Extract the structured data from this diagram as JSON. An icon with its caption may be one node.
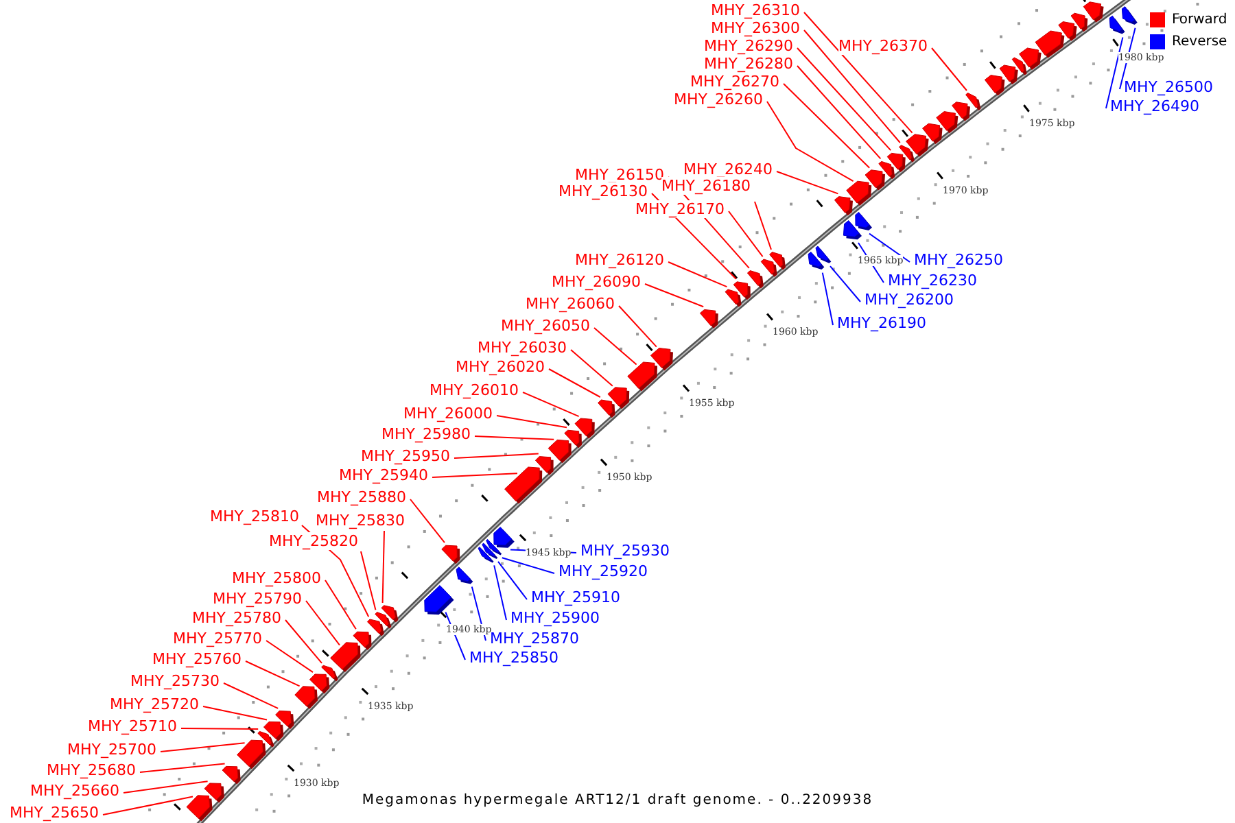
{
  "diagram": {
    "caption": "Megamonas hypermegale ART12/1 draft genome. - 0..2209938",
    "nodes": [
      {
        "text": [
          "MHY_26310"
        ]
      },
      {
        "text": [
          "MHY_26300"
        ]
      },
      {
        "text": [
          "MHY_26290"
        ]
      },
      {
        "text": [
          "MHY_26370"
        ]
      },
      {
        "text": [
          "MHY_26280"
        ]
      },
      {
        "text": [
          "MHY_26500"
        ]
      },
      {
        "text": [
          "MHY_26270"
        ]
      },
      {
        "text": [
          "MHY_26260"
        ]
      },
      {
        "text": [
          "MHY_26490"
        ]
      },
      {
        "text": [
          "MHY_26240"
        ]
      },
      {
        "text": [
          "MHY_26150"
        ]
      },
      {
        "text": [
          "MHY_26180"
        ]
      },
      {
        "text": [
          "MHY_26130"
        ]
      },
      {
        "text": [
          "MHY_26170"
        ]
      },
      {
        "text": [
          "MHY_26250"
        ]
      },
      {
        "text": [
          "MHY_26120"
        ]
      },
      {
        "text": [
          "MHY_26230"
        ]
      },
      {
        "text": [
          "MHY_26090"
        ]
      },
      {
        "text": [
          "MHY_26200"
        ]
      },
      {
        "text": [
          "MHY_26060"
        ]
      },
      {
        "text": [
          "MHY_26190"
        ]
      },
      {
        "text": [
          "MHY_26050"
        ]
      },
      {
        "text": [
          "MHY_26030"
        ]
      },
      {
        "text": [
          "MHY_26020"
        ]
      },
      {
        "text": [
          "MHY_26010"
        ]
      },
      {
        "text": [
          "MHY_26000"
        ]
      },
      {
        "text": [
          "MHY_25980"
        ]
      },
      {
        "text": [
          "MHY_25950"
        ]
      },
      {
        "text": [
          "MHY_25940"
        ]
      },
      {
        "text": [
          "MHY_25880"
        ]
      },
      {
        "text": [
          "MHY_25810"
        ]
      },
      {
        "text": [
          "MHY_25830"
        ]
      },
      {
        "text": [
          "MHY_25820"
        ]
      },
      {
        "text": [
          "MHY_25930"
        ]
      },
      {
        "text": [
          "MHY_25920"
        ]
      },
      {
        "text": [
          "MHY_25800"
        ]
      },
      {
        "text": [
          "MHY_25910"
        ]
      },
      {
        "text": [
          "MHY_25790"
        ]
      },
      {
        "text": [
          "MHY_25900"
        ]
      },
      {
        "text": [
          "MHY_25780"
        ]
      },
      {
        "text": [
          "MHY_25870"
        ]
      },
      {
        "text": [
          "MHY_25770"
        ]
      },
      {
        "text": [
          "MHY_25850"
        ]
      },
      {
        "text": [
          "MHY_25760"
        ]
      },
      {
        "text": [
          "MHY_25730"
        ]
      },
      {
        "text": [
          "MHY_25720"
        ]
      },
      {
        "text": [
          "MHY_25710"
        ]
      },
      {
        "text": [
          "MHY_25700"
        ]
      },
      {
        "text": [
          "MHY_25680"
        ]
      },
      {
        "text": [
          "MHY_25660"
        ]
      },
      {
        "text": [
          "MHY_25650"
        ]
      },
      {
        "text": [],
        "shape": "arrow"
      },
      {
        "text": [],
        "shape": "arrow"
      },
      {
        "text": [],
        "shape": "arrow"
      },
      {
        "text": [],
        "shape": "arrow"
      },
      {
        "text": [],
        "shape": "arrow"
      },
      {
        "text": [],
        "shape": "arrow"
      },
      {
        "text": [],
        "shape": "arrow"
      },
      {
        "text": [],
        "shape": "arrow"
      },
      {
        "text": [],
        "shape": "arrow"
      },
      {
        "text": [],
        "shape": "arrow"
      },
      {
        "text": [],
        "shape": "arrow"
      },
      {
        "text": [],
        "shape": "arrow"
      },
      {
        "text": [],
        "shape": "arrow"
      },
      {
        "text": [],
        "shape": "arrow"
      },
      {
        "text": [],
        "shape": "arrow"
      },
      {
        "text": [],
        "shape": "arrow"
      },
      {
        "text": [],
        "shape": "arrow"
      },
      {
        "text": [],
        "shape": "arrow"
      },
      {
        "text": [],
        "shape": "arrow"
      },
      {
        "text": [],
        "shape": "arrow"
      },
      {
        "text": [],
        "shape": "arrow"
      },
      {
        "text": [],
        "shape": "arrow"
      },
      {
        "text": [],
        "shape": "arrow"
      },
      {
        "text": [],
        "shape": "arrow"
      },
      {
        "text": [],
        "shape": "arrow"
      },
      {
        "text": [],
        "shape": "arrow"
      },
      {
        "text": [],
        "shape": "arrow"
      },
      {
        "text": [],
        "shape": "arrow"
      },
      {
        "text": [],
        "shape": "arrow"
      },
      {
        "text": [],
        "shape": "arrow"
      },
      {
        "text": [],
        "shape": "arrow"
      },
      {
        "text": [],
        "shape": "arrow"
      },
      {
        "text": [],
        "shape": "arrow"
      },
      {
        "text": [],
        "shape": "arrow"
      },
      {
        "text": [],
        "shape": "arrow"
      },
      {
        "text": [],
        "shape": "arrow"
      },
      {
        "text": [],
        "shape": "arrow"
      },
      {
        "text": [],
        "shape": "arrow"
      },
      {
        "text": [],
        "shape": "arrow"
      },
      {
        "text": [],
        "shape": "arrow"
      },
      {
        "text": [],
        "shape": "arrow"
      },
      {
        "text": [],
        "shape": "arrow"
      },
      {
        "text": [],
        "shape": "arrow"
      },
      {
        "text": [],
        "shape": "arrow"
      },
      {
        "text": [],
        "shape": "arrow"
      },
      {
        "text": [],
        "shape": "arrow"
      },
      {
        "text": [],
        "shape": "arrow"
      },
      {
        "text": [],
        "shape": "arrow"
      },
      {
        "text": [],
        "shape": "arrow"
      },
      {
        "text": [],
        "shape": "arrow"
      },
      {
        "text": [],
        "shape": "arrow"
      },
      {
        "text": [],
        "shape": "arrow"
      },
      {
        "text": [],
        "shape": "arrow"
      },
      {
        "text": [],
        "shape": "arrow"
      },
      {
        "text": [],
        "shape": "arrow"
      },
      {
        "text": [],
        "shape": "arrow"
      },
      {
        "text": [],
        "shape": "arrow"
      },
      {
        "text": [],
        "shape": "arrow"
      },
      {
        "text": [],
        "shape": "arrow"
      },
      {
        "text": [],
        "shape": "arrow"
      },
      {
        "text": [],
        "shape": "arrow"
      },
      {
        "text": [],
        "shape": "arrow"
      }
    ],
    "edges": [
      {
        "from": 0,
        "to": 51,
        "arrow": "none"
      },
      {
        "from": 1,
        "to": 52,
        "arrow": "none"
      },
      {
        "from": 2,
        "to": 53,
        "arrow": "none"
      },
      {
        "from": 3,
        "to": 54,
        "arrow": "none"
      },
      {
        "from": 4,
        "to": 55,
        "arrow": "none"
      },
      {
        "from": 5,
        "to": 56,
        "arrow": "none",
        "color": "#0000ff"
      },
      {
        "from": 6,
        "to": 57,
        "arrow": "none"
      },
      {
        "from": 7,
        "to": 58,
        "arrow": "none"
      },
      {
        "from": 8,
        "to": 59,
        "arrow": "none",
        "color": "#0000ff"
      },
      {
        "from": 9,
        "to": 60,
        "arrow": "none"
      },
      {
        "from": 10,
        "to": 61,
        "arrow": "none"
      },
      {
        "from": 11,
        "to": 62,
        "arrow": "none"
      },
      {
        "from": 12,
        "to": 63,
        "arrow": "none"
      },
      {
        "from": 13,
        "to": 64,
        "arrow": "none"
      },
      {
        "from": 14,
        "to": 65,
        "arrow": "none",
        "color": "#0000ff"
      },
      {
        "from": 15,
        "to": 66,
        "arrow": "none"
      },
      {
        "from": 16,
        "to": 67,
        "arrow": "none",
        "color": "#0000ff"
      },
      {
        "from": 17,
        "to": 68,
        "arrow": "none"
      },
      {
        "from": 18,
        "to": 69,
        "arrow": "none",
        "color": "#0000ff"
      },
      {
        "from": 19,
        "to": 70,
        "arrow": "none"
      },
      {
        "from": 20,
        "to": 71,
        "arrow": "none",
        "color": "#0000ff"
      },
      {
        "from": 21,
        "to": 72,
        "arrow": "none"
      },
      {
        "from": 22,
        "to": 73,
        "arrow": "none"
      },
      {
        "from": 23,
        "to": 74,
        "arrow": "none"
      },
      {
        "from": 24,
        "to": 75,
        "arrow": "none"
      },
      {
        "from": 25,
        "to": 76,
        "arrow": "none"
      },
      {
        "from": 26,
        "to": 77,
        "arrow": "none"
      },
      {
        "from": 27,
        "to": 78,
        "arrow": "none"
      },
      {
        "from": 28,
        "to": 79,
        "arrow": "none"
      },
      {
        "from": 29,
        "to": 80,
        "arrow": "none"
      },
      {
        "from": 30,
        "to": 81,
        "arrow": "none"
      },
      {
        "from": 31,
        "to": 82,
        "arrow": "none"
      },
      {
        "from": 32,
        "to": 83,
        "arrow": "none"
      },
      {
        "from": 33,
        "to": 84,
        "arrow": "none",
        "color": "#0000ff"
      },
      {
        "from": 34,
        "to": 85,
        "arrow": "none",
        "color": "#0000ff"
      },
      {
        "from": 35,
        "to": 86,
        "arrow": "none"
      },
      {
        "from": 36,
        "to": 87,
        "arrow": "none",
        "color": "#0000ff"
      },
      {
        "from": 37,
        "to": 88,
        "arrow": "none"
      },
      {
        "from": 38,
        "to": 89,
        "arrow": "none",
        "color": "#0000ff"
      },
      {
        "from": 39,
        "to": 90,
        "arrow": "none"
      },
      {
        "from": 40,
        "to": 91,
        "arrow": "none",
        "color": "#0000ff"
      },
      {
        "from": 41,
        "to": 92,
        "arrow": "none"
      },
      {
        "from": 42,
        "to": 93,
        "arrow": "none",
        "color": "#0000ff"
      },
      {
        "from": 43,
        "to": 94,
        "arrow": "none"
      },
      {
        "from": 44,
        "to": 95,
        "arrow": "none"
      },
      {
        "from": 45,
        "to": 96,
        "arrow": "none"
      },
      {
        "from": 46,
        "to": 97,
        "arrow": "none"
      },
      {
        "from": 47,
        "to": 98,
        "arrow": "none"
      },
      {
        "from": 48,
        "to": 99,
        "arrow": "none"
      },
      {
        "from": 49,
        "to": 100,
        "arrow": "none"
      },
      {
        "from": 50,
        "to": 101,
        "arrow": "none"
      }
    ],
    "labels": [
      "1980 kbp",
      "1975 kbp",
      "1970 kbp",
      "1965 kbp",
      "1960 kbp",
      "1955 kbp",
      "1950 kbp",
      "1945 kbp",
      "1940 kbp",
      "1935 kbp",
      "1930 kbp"
    ],
    "legend": [
      {
        "text": "Forward",
        "color": "#ff0000"
      },
      {
        "text": "Reverse",
        "color": "#0000ff"
      }
    ]
  }
}
